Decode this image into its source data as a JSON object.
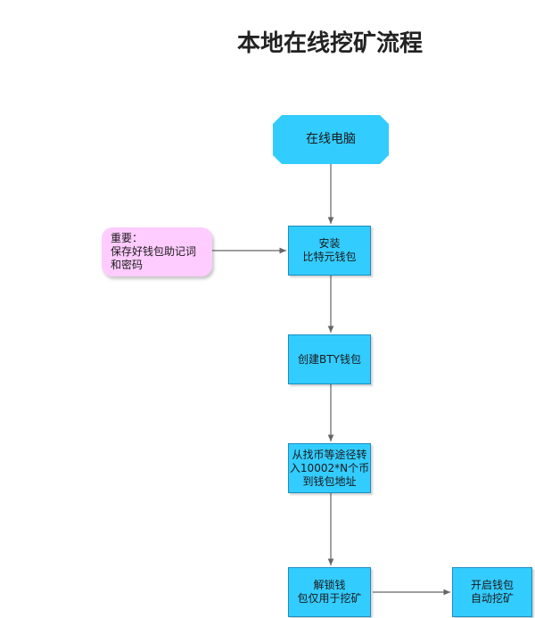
{
  "title": "本地在线挖矿流程",
  "nodes": {
    "start": "在线电脑",
    "install": "安装\n比特元钱包",
    "create": "创建BTY钱包",
    "transfer": "从找币等途径转\n入10002*N个币\n到钱包地址",
    "unlock": "解锁钱\n包仅用于挖矿",
    "auto": "开启钱包\n自动挖矿"
  },
  "note": "重要：\n保存好钱包助记词\n和密码",
  "colors": {
    "process_fill": "#33ccff",
    "note_fill": "#ffccff",
    "connector": "#666666"
  }
}
